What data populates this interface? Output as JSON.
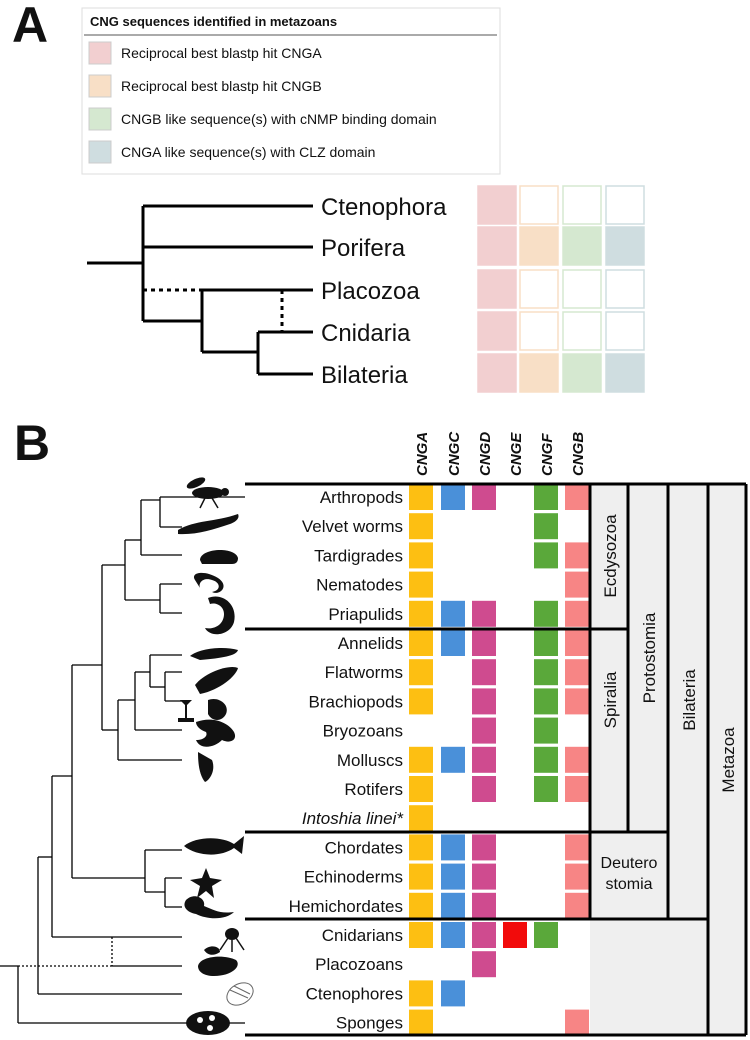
{
  "panel_a": {
    "label": "A",
    "legend": {
      "title": "CNG sequences identified in metazoans",
      "items": [
        {
          "text": "Reciprocal best blastp hit CNGA",
          "color": "#f2cfd0"
        },
        {
          "text": "Reciprocal best blastp hit CNGB",
          "color": "#f8dfc6"
        },
        {
          "text": "CNGB like sequence(s) with cNMP binding domain",
          "color": "#d5e8d0"
        },
        {
          "text": "CNGA like sequence(s) with CLZ domain",
          "color": "#cfdde0"
        }
      ]
    },
    "taxa": [
      {
        "name": "Ctenophora",
        "cells": [
          1,
          0,
          0,
          0
        ]
      },
      {
        "name": "Porifera",
        "cells": [
          1,
          1,
          1,
          1
        ]
      },
      {
        "name": "Placozoa",
        "cells": [
          1,
          0,
          0,
          0
        ]
      },
      {
        "name": "Cnidaria",
        "cells": [
          1,
          0,
          0,
          0
        ]
      },
      {
        "name": "Bilateria",
        "cells": [
          1,
          1,
          1,
          1
        ]
      }
    ]
  },
  "panel_b": {
    "label": "B",
    "columns": [
      {
        "name": "CNGA",
        "color": "#fdbf12"
      },
      {
        "name": "CNGC",
        "color": "#4a90d9"
      },
      {
        "name": "CNGD",
        "color": "#cf4b8f"
      },
      {
        "name": "CNGE",
        "color": "#f20b0b"
      },
      {
        "name": "CNGF",
        "color": "#5aa83a"
      },
      {
        "name": "CNGB",
        "color": "#f78585"
      }
    ],
    "taxa": [
      {
        "name": "Arthropods",
        "italic": false,
        "cells": [
          1,
          1,
          1,
          0,
          1,
          1
        ],
        "silhouette": "fly-silhouette"
      },
      {
        "name": "Velvet worms",
        "italic": false,
        "cells": [
          1,
          0,
          0,
          0,
          1,
          0
        ],
        "silhouette": "velvet-worm-silhouette"
      },
      {
        "name": "Tardigrades",
        "italic": false,
        "cells": [
          1,
          0,
          0,
          0,
          1,
          1
        ],
        "silhouette": "tardigrade-silhouette"
      },
      {
        "name": "Nematodes",
        "italic": false,
        "cells": [
          1,
          0,
          0,
          0,
          0,
          1
        ],
        "silhouette": "nematode-silhouette"
      },
      {
        "name": "Priapulids",
        "italic": false,
        "cells": [
          1,
          1,
          1,
          0,
          1,
          1
        ],
        "silhouette": "priapulid-silhouette"
      },
      {
        "name": "Annelids",
        "italic": false,
        "cells": [
          1,
          1,
          1,
          0,
          1,
          1
        ],
        "silhouette": "annelid-silhouette"
      },
      {
        "name": "Flatworms",
        "italic": false,
        "cells": [
          1,
          0,
          1,
          0,
          1,
          1
        ],
        "silhouette": "flatworm-silhouette"
      },
      {
        "name": "Brachiopods",
        "italic": false,
        "cells": [
          1,
          0,
          1,
          0,
          1,
          1
        ],
        "silhouette": "brachiopod-silhouette"
      },
      {
        "name": "Bryozoans",
        "italic": false,
        "cells": [
          0,
          0,
          1,
          0,
          1,
          0
        ],
        "silhouette": "bryozoan-silhouette"
      },
      {
        "name": "Molluscs",
        "italic": false,
        "cells": [
          1,
          1,
          1,
          0,
          1,
          1
        ],
        "silhouette": "octopus-silhouette"
      },
      {
        "name": "Rotifers",
        "italic": false,
        "cells": [
          1,
          0,
          1,
          0,
          1,
          1
        ],
        "silhouette": "rotifer-silhouette"
      },
      {
        "name": "Intoshia linei*",
        "italic": true,
        "cells": [
          1,
          0,
          0,
          0,
          0,
          0
        ],
        "silhouette": ""
      },
      {
        "name": "Chordates",
        "italic": false,
        "cells": [
          1,
          1,
          1,
          0,
          0,
          1
        ],
        "silhouette": "fish-silhouette"
      },
      {
        "name": "Echinoderms",
        "italic": false,
        "cells": [
          1,
          1,
          1,
          0,
          0,
          1
        ],
        "silhouette": "starfish-silhouette"
      },
      {
        "name": "Hemichordates",
        "italic": false,
        "cells": [
          1,
          1,
          1,
          0,
          0,
          1
        ],
        "silhouette": "acorn-worm-silhouette"
      },
      {
        "name": "Cnidarians",
        "italic": false,
        "cells": [
          1,
          1,
          1,
          1,
          1,
          0
        ],
        "silhouette": "jellyfish-silhouette"
      },
      {
        "name": "Placozoans",
        "italic": false,
        "cells": [
          0,
          0,
          1,
          0,
          0,
          0
        ],
        "silhouette": "placozoan-silhouette"
      },
      {
        "name": "Ctenophores",
        "italic": false,
        "cells": [
          1,
          1,
          0,
          0,
          0,
          0
        ],
        "silhouette": "ctenophore-silhouette"
      },
      {
        "name": "Sponges",
        "italic": false,
        "cells": [
          1,
          0,
          0,
          0,
          0,
          1
        ],
        "silhouette": "sponge-silhouette"
      }
    ],
    "clades": {
      "ecdysozoa": "Ecdysozoa",
      "spiralia": "Spiralia",
      "deuterostomia_line1": "Deutero",
      "deuterostomia_line2": "stomia",
      "protostomia": "Protostomia",
      "bilateria": "Bilateria",
      "metazoa": "Metazoa"
    }
  }
}
